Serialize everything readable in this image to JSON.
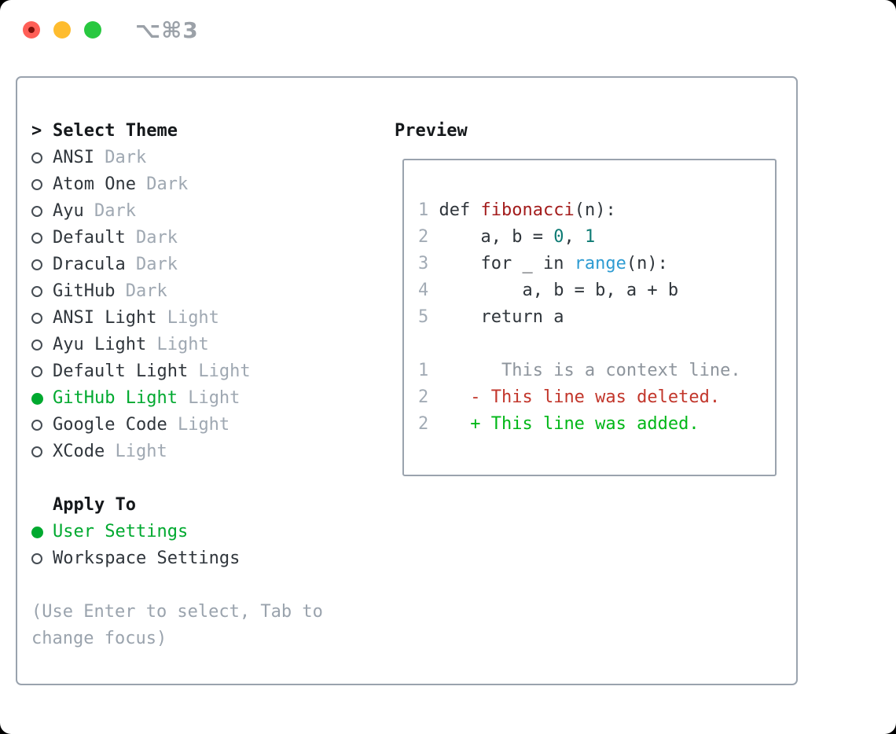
{
  "titlebar": {
    "shortcut": "⌥⌘3"
  },
  "theme_selector": {
    "header_prefix": ">",
    "header": "Select Theme",
    "items": [
      {
        "name": "ANSI",
        "variant": "Dark",
        "selected": false
      },
      {
        "name": "Atom One",
        "variant": "Dark",
        "selected": false
      },
      {
        "name": "Ayu",
        "variant": "Dark",
        "selected": false
      },
      {
        "name": "Default",
        "variant": "Dark",
        "selected": false
      },
      {
        "name": "Dracula",
        "variant": "Dark",
        "selected": false
      },
      {
        "name": "GitHub",
        "variant": "Dark",
        "selected": false
      },
      {
        "name": "ANSI Light",
        "variant": "Light",
        "selected": false
      },
      {
        "name": "Ayu Light",
        "variant": "Light",
        "selected": false
      },
      {
        "name": "Default Light",
        "variant": "Light",
        "selected": false
      },
      {
        "name": "GitHub Light",
        "variant": "Light",
        "selected": true
      },
      {
        "name": "Google Code",
        "variant": "Light",
        "selected": false
      },
      {
        "name": "XCode",
        "variant": "Light",
        "selected": false
      }
    ]
  },
  "apply_to": {
    "header": "Apply To",
    "items": [
      {
        "label": "User Settings",
        "selected": true
      },
      {
        "label": "Workspace Settings",
        "selected": false
      }
    ]
  },
  "help_text": "(Use Enter to select, Tab to change focus)",
  "preview": {
    "header": "Preview",
    "lines": [
      {
        "name": "code-line-1",
        "segments": [
          {
            "t": "1",
            "c": "ln"
          },
          {
            "t": " def ",
            "c": "t"
          },
          {
            "t": "fibonacci",
            "c": "fn"
          },
          {
            "t": "(n):",
            "c": "t"
          }
        ]
      },
      {
        "name": "code-line-2",
        "segments": [
          {
            "t": "2",
            "c": "ln"
          },
          {
            "t": "     a, b = ",
            "c": "t"
          },
          {
            "t": "0",
            "c": "n"
          },
          {
            "t": ", ",
            "c": "t"
          },
          {
            "t": "1",
            "c": "n"
          }
        ]
      },
      {
        "name": "code-line-3",
        "segments": [
          {
            "t": "3",
            "c": "ln"
          },
          {
            "t": "     for _ in ",
            "c": "t"
          },
          {
            "t": "range",
            "c": "b"
          },
          {
            "t": "(n):",
            "c": "t"
          }
        ]
      },
      {
        "name": "code-line-4",
        "segments": [
          {
            "t": "4",
            "c": "ln"
          },
          {
            "t": "         a, b = b, a + b",
            "c": "t"
          }
        ]
      },
      {
        "name": "code-line-5",
        "segments": [
          {
            "t": "5",
            "c": "ln"
          },
          {
            "t": "     return a",
            "c": "t"
          }
        ]
      },
      {
        "name": "blank-line",
        "segments": []
      },
      {
        "name": "diff-context-line",
        "segments": [
          {
            "t": "1",
            "c": "ln"
          },
          {
            "t": "       ",
            "c": "t"
          },
          {
            "t": "This is a context line.",
            "c": "ctx"
          }
        ]
      },
      {
        "name": "diff-deleted-line",
        "segments": [
          {
            "t": "2",
            "c": "ln"
          },
          {
            "t": "    ",
            "c": "t"
          },
          {
            "t": "- This line was deleted.",
            "c": "d"
          }
        ]
      },
      {
        "name": "diff-added-line",
        "segments": [
          {
            "t": "2",
            "c": "ln"
          },
          {
            "t": "    ",
            "c": "t"
          },
          {
            "t": "+ This line was added.",
            "c": "a"
          }
        ]
      }
    ]
  },
  "colors": {
    "accent_green": "#00a92f",
    "added_green": "#00b717",
    "deleted_red": "#c2362b",
    "function_red": "#a31c1c",
    "number_teal": "#0e7b74",
    "builtin_blue": "#2d9bd2",
    "muted_gray": "#9fa8b2",
    "border_gray": "#9aa3ae",
    "traffic_red": "#ff5f57",
    "traffic_yellow": "#febc2e",
    "traffic_green": "#28c840"
  }
}
